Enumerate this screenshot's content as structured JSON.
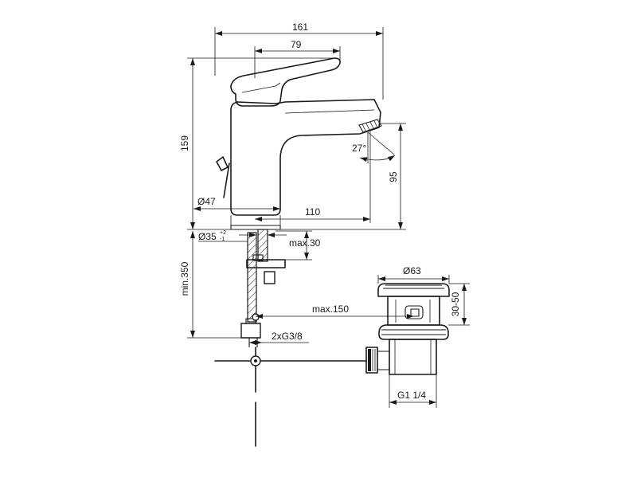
{
  "dimensions": {
    "overall_width": "161",
    "lever_offset": "79",
    "overall_height": "159",
    "base_diameter": "Ø47",
    "spout_reach": "110",
    "spout_height": "95",
    "spout_angle": "27°",
    "hole_diameter": "Ø35",
    "hole_tolerance_plus": "+2",
    "hole_tolerance_minus": "-1",
    "deck_thickness": "max.30",
    "hose_length": "min.350",
    "popup_rod_length": "max.150",
    "connection_thread": "2xG3/8",
    "waste_diameter": "Ø63",
    "waste_height": "30-50",
    "waste_thread": "G1 1/4"
  }
}
